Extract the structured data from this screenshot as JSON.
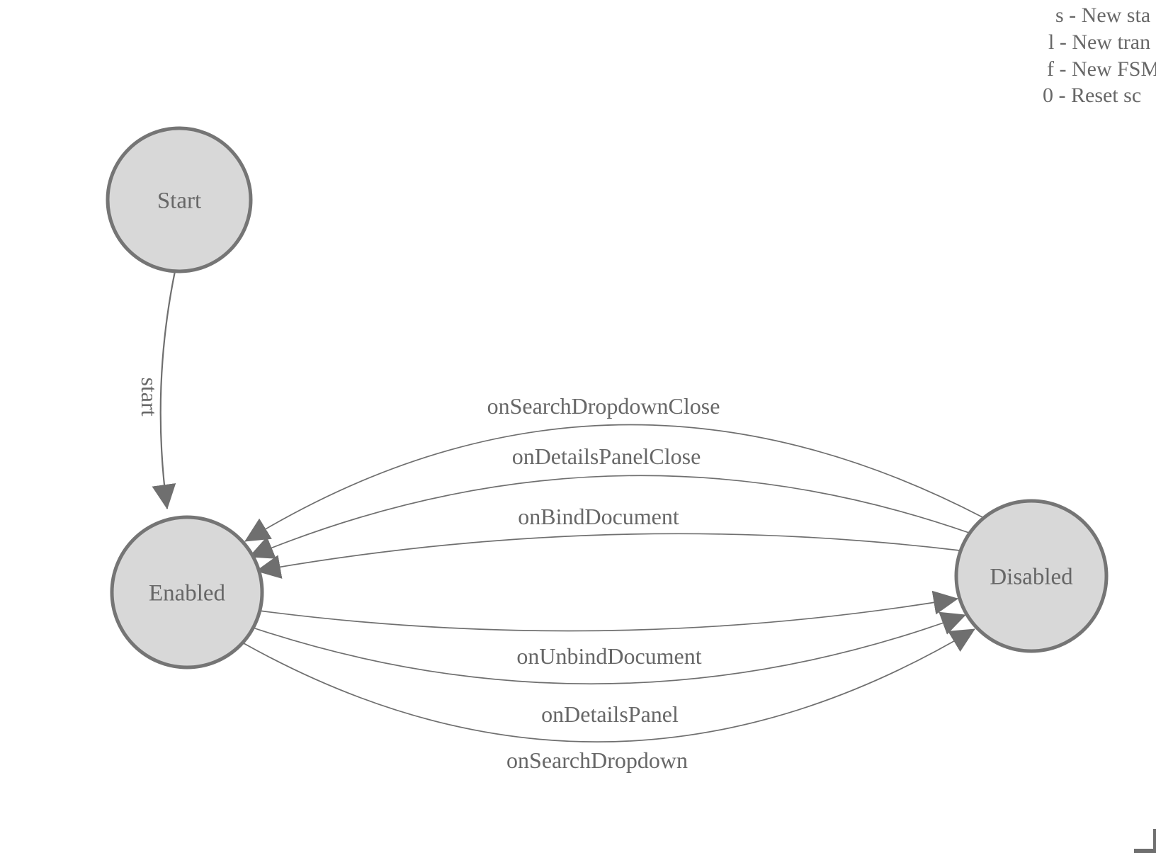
{
  "diagram": {
    "type": "fsm-state-diagram",
    "nodes": [
      {
        "id": "start",
        "label": "Start"
      },
      {
        "id": "enabled",
        "label": "Enabled"
      },
      {
        "id": "disabled",
        "label": "Disabled"
      }
    ],
    "edges": [
      {
        "label": "start",
        "from": "Start",
        "to": "Enabled"
      },
      {
        "label": "onSearchDropdownClose",
        "from": "Disabled",
        "to": "Enabled"
      },
      {
        "label": "onDetailsPanelClose",
        "from": "Disabled",
        "to": "Enabled"
      },
      {
        "label": "onBindDocument",
        "from": "Disabled",
        "to": "Enabled"
      },
      {
        "label": "onUnbindDocument",
        "from": "Enabled",
        "to": "Disabled"
      },
      {
        "label": "onDetailsPanel",
        "from": "Enabled",
        "to": "Disabled"
      },
      {
        "label": "onSearchDropdown",
        "from": "Enabled",
        "to": "Disabled"
      }
    ]
  },
  "legend": {
    "lines": [
      "s - New sta",
      "l - New tran",
      "f - New FSM",
      "0 - Reset sc"
    ]
  },
  "colors": {
    "node_fill": "#d8d8d8",
    "node_stroke": "#757575",
    "edge_color": "#6f6f6f",
    "text_color": "#676767",
    "background": "#ffffff"
  }
}
